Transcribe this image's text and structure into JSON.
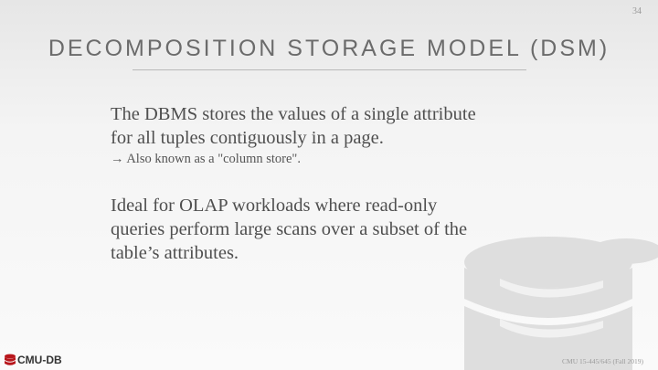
{
  "slide": {
    "number": "34",
    "title": "DECOMPOSITION STORAGE MODEL (DSM)",
    "bullets": [
      {
        "text_line1": "The DBMS stores the values of a single attribute",
        "text_line2": "for all tuples contiguously in a page.",
        "sub": "→ Also known as a \"column store\"."
      },
      {
        "text_line1": "Ideal for OLAP workloads where read-only",
        "text_line2": "queries perform large scans over a subset of the",
        "text_line3": "table’s attributes."
      }
    ]
  },
  "footer": {
    "logo_text": "CMU-DB",
    "course": "CMU 15-445/645 (Fall 2019)"
  },
  "colors": {
    "logo_red": "#b8161c",
    "watermark": "#dedede"
  }
}
